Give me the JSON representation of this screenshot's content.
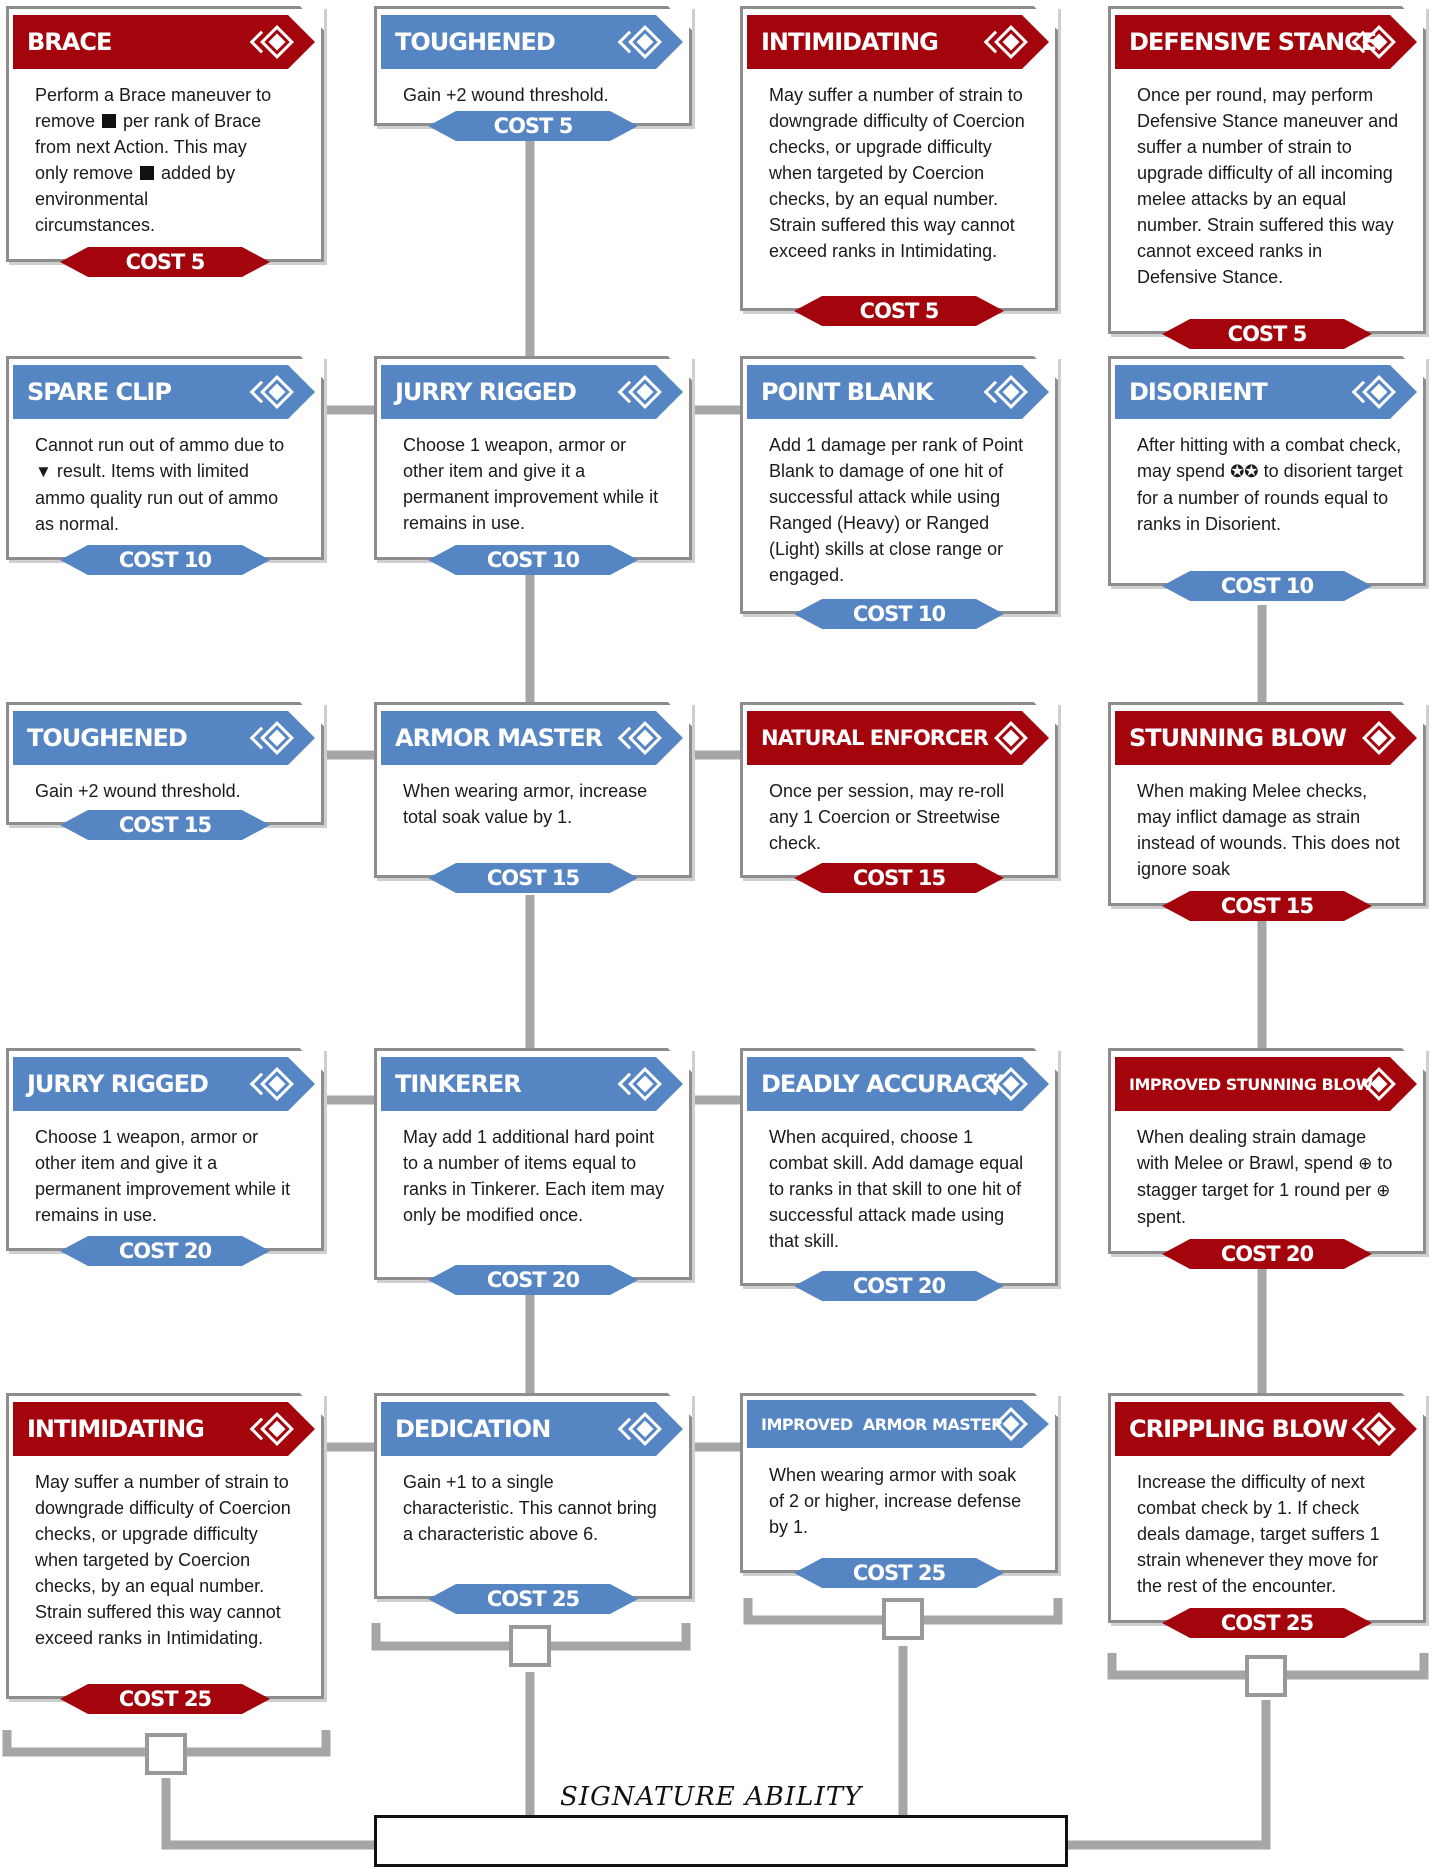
{
  "talents": [
    {
      "id": "r1c1",
      "title": "Brace",
      "color": "red",
      "cost": "COST 5",
      "desc": [
        "Perform a Brace maneuver to ",
        "remove ",
        " per rank of Brace ",
        "from next Action. This may ",
        "only remove ",
        "  added by ",
        "environmental ",
        "circumstances."
      ]
    },
    {
      "id": "r1c2",
      "title": "Toughened",
      "color": "blue",
      "cost": "COST 5",
      "desc": [
        "Gain +2 wound threshold."
      ]
    },
    {
      "id": "r1c3",
      "title": "Intimidating",
      "color": "red",
      "cost": "COST 5",
      "desc": [
        "May suffer a number of strain to downgrade difficulty of Coercion checks, or upgrade difficulty when targeted by Coercion checks, by an equal number. Strain suffered this way cannot exceed ranks in Intimidating."
      ]
    },
    {
      "id": "r1c4",
      "title": "Defensive Stance",
      "color": "red",
      "cost": "COST 5",
      "desc": [
        "Once per round, may perform Defensive Stance maneuver and suffer a number of strain to upgrade difficulty of all incoming melee attacks by an equal number. Strain suffered this way cannot exceed ranks in Defensive Stance."
      ]
    },
    {
      "id": "r2c1",
      "title": "Spare Clip",
      "color": "blue",
      "cost": "COST 10",
      "desc": [
        "Cannot run out of ammo due to ",
        "▼",
        " result. Items with limited ammo quality run out of ammo as normal."
      ]
    },
    {
      "id": "r2c2",
      "title": "Jurry Rigged",
      "color": "blue",
      "cost": "COST 10",
      "desc": [
        "Choose 1 weapon, armor or other item and give it a permanent improvement while it remains in use."
      ]
    },
    {
      "id": "r2c3",
      "title": "Point Blank",
      "color": "blue",
      "cost": "COST 10",
      "desc": [
        "Add 1 damage per rank of Point Blank to damage of one hit of successful attack while using Ranged (Heavy) or Ranged (Light) skills at close range or engaged."
      ]
    },
    {
      "id": "r2c4",
      "title": "Disorient",
      "color": "blue",
      "cost": "COST 10",
      "desc": [
        "After hitting with a combat check, may spend ",
        "✪✪",
        " to disorient target for a number of rounds equal to ranks in Disorient."
      ]
    },
    {
      "id": "r3c1",
      "title": "Toughened",
      "color": "blue",
      "cost": "COST 15",
      "desc": [
        "Gain +2 wound threshold."
      ]
    },
    {
      "id": "r3c2",
      "title": "Armor Master",
      "color": "blue",
      "cost": "COST 15",
      "desc": [
        "When wearing armor, increase total soak value by 1."
      ]
    },
    {
      "id": "r3c3",
      "title": "Natural Enforcer",
      "color": "red",
      "cost": "COST 15",
      "desc": [
        "Once per session, may re-roll any 1 Coercion or Streetwise check."
      ]
    },
    {
      "id": "r3c4",
      "title": "Stunning Blow",
      "color": "red",
      "cost": "COST 15",
      "desc": [
        "When making Melee checks, may inflict damage as strain instead of wounds. This does not ignore soak"
      ]
    },
    {
      "id": "r4c1",
      "title": "Jurry Rigged",
      "color": "blue",
      "cost": "COST 20",
      "desc": [
        "Choose 1 weapon, armor or other item and give it a permanent improvement while it remains in use."
      ]
    },
    {
      "id": "r4c2",
      "title": "Tinkerer",
      "color": "blue",
      "cost": "COST 20",
      "desc": [
        "May add 1 additional hard point to a number of items equal to ranks in Tinkerer. Each item may only be modified once."
      ]
    },
    {
      "id": "r4c3",
      "title": "Deadly Accuracy",
      "color": "blue",
      "cost": "COST 20",
      "desc": [
        "When acquired, choose 1 combat skill. Add damage equal to ranks in that skill to one hit of successful attack made using that skill."
      ]
    },
    {
      "id": "r4c4",
      "title": "Improved Stunning Blow",
      "color": "red",
      "cost": "COST 20",
      "desc": [
        "When dealing strain damage with Melee or Brawl, spend ",
        "⊕",
        " to stagger target for 1 round per ",
        "⊕",
        " spent."
      ]
    },
    {
      "id": "r5c1",
      "title": "Intimidating",
      "color": "red",
      "cost": "COST 25",
      "desc": [
        "May suffer a number of strain to downgrade difficulty of Coercion checks, or upgrade difficulty when targeted by Coercion checks, by an equal number. Strain suffered this way cannot exceed ranks in Intimidating."
      ]
    },
    {
      "id": "r5c2",
      "title": "Dedication",
      "color": "blue",
      "cost": "COST 25",
      "desc": [
        "Gain +1 to a single characteristic. This cannot bring a characteristic above 6."
      ]
    },
    {
      "id": "r5c3",
      "title": "Improved  Armor Master",
      "color": "blue",
      "cost": "COST 25",
      "desc": [
        "When wearing armor with soak of 2 or higher, increase defense by 1."
      ]
    },
    {
      "id": "r5c4",
      "title": "Crippling Blow",
      "color": "red",
      "cost": "COST 25",
      "desc": [
        "Increase the difficulty of next combat check by 1. If check deals damage, target suffers 1 strain whenever they move for the rest of the encounter."
      ]
    }
  ],
  "signature": {
    "title": "SIGNATURE ABILITY"
  },
  "colors": {
    "red": "#a4050d",
    "blue": "#5685c4",
    "line": "#a6a6a6"
  }
}
